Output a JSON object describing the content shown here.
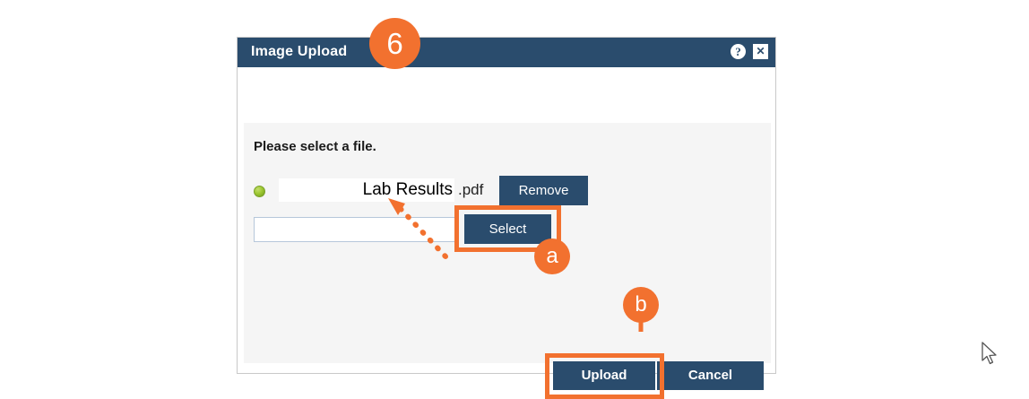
{
  "dialog": {
    "title": "Image Upload",
    "help_icon": "question-mark-icon",
    "close_icon": "close-x-icon",
    "prompt": "Please select a file.",
    "file": {
      "status": "ready",
      "status_color": "#9ec832",
      "name": "Lab Results",
      "extension": ".pdf",
      "remove_label": "Remove"
    },
    "path_input": {
      "value": "",
      "placeholder": ""
    },
    "select_label": "Select",
    "upload_label": "Upload",
    "cancel_label": "Cancel"
  },
  "annotations": {
    "step_badge": "6",
    "select_badge": "a",
    "upload_badge": "b",
    "accent_color": "#f2712f",
    "brand_color": "#2a4c6d"
  }
}
